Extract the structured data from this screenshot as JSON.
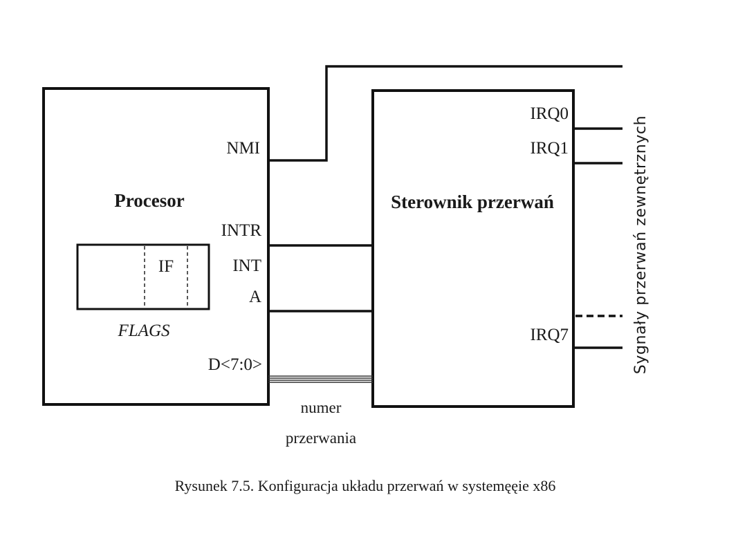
{
  "processor": {
    "title": "Procesor",
    "pins": {
      "nmi": "NMI",
      "intr": "INTR",
      "int": "INT",
      "a": "A",
      "data": "D<7:0>"
    },
    "register": {
      "field": "IF",
      "name": "FLAGS"
    }
  },
  "controller": {
    "title": "Sterownik przerwań",
    "pins": {
      "irq0": "IRQ0",
      "irq1": "IRQ1",
      "irq7": "IRQ7"
    }
  },
  "bus_label": {
    "line1": "numer",
    "line2": "przerwania"
  },
  "external_signals_label": "Sygnały przerwań zewnętrznych",
  "caption": "Rysunek 7.5. Konfiguracja układu przerwań w systemęęie x86"
}
